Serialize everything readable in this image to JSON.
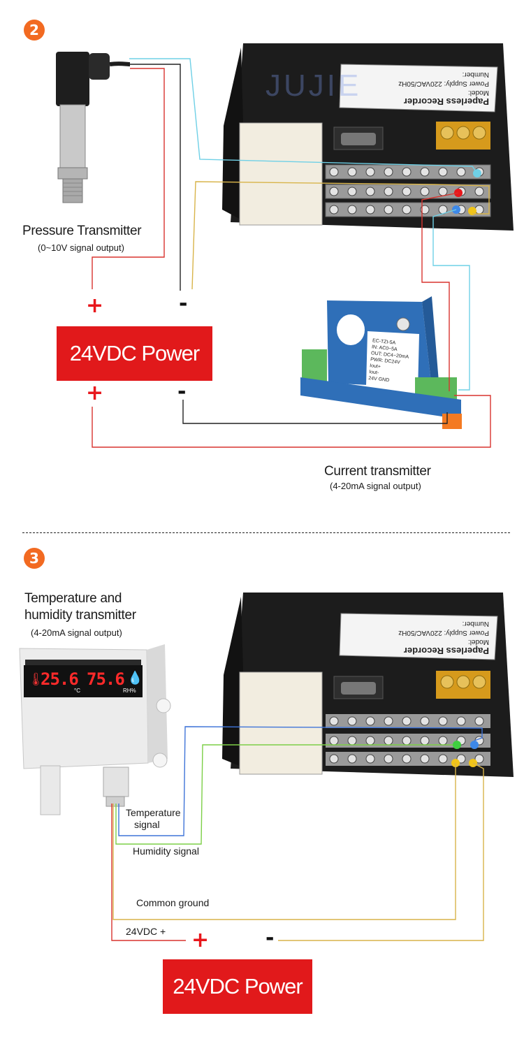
{
  "section2": {
    "badge": "2",
    "pressure_title": "Pressure Transmitter",
    "pressure_sub": "(0~10V signal output)",
    "plus_top": "+",
    "minus_top": "-",
    "power_label": "24VDC Power",
    "plus_bottom": "+",
    "minus_bottom": "-",
    "current_title": "Current transmitter",
    "current_sub": "(4-20mA signal output)",
    "recorder_plate": {
      "title": "Paperless Recorder",
      "model": "Model:",
      "supply": "Power Supply: 220VAC/50Hz",
      "number": "Number:"
    },
    "watermark": "JUJIE",
    "ct_label": [
      "EC-TZI-5A",
      "IN: AC0~5A",
      "OUT: DC4~20mA",
      "PWR: DC24V",
      "Iout+",
      "Iout-",
      "24V",
      "GND"
    ]
  },
  "section3": {
    "badge": "3",
    "th_title_line1": "Temperature and",
    "th_title_line2": "humidity transmitter",
    "th_sub": "(4-20mA signal output)",
    "display_temp": "25.6",
    "display_hum": "75.6",
    "unit_temp": "°C",
    "unit_hum": "RH%",
    "temp_signal_line1": "Temperature",
    "temp_signal_line2": "signal",
    "humidity_signal": "Humidity signal",
    "common_ground": "Common ground",
    "vdc_plus": "24VDC +",
    "plus": "+",
    "minus": "-",
    "power_label": "24VDC Power",
    "recorder_plate": {
      "title": "Paperless Recorder",
      "model": "Model:",
      "supply": "Power Supply: 220VAC/50Hz",
      "number": "Number:"
    }
  },
  "colors": {
    "badge": "#f26a21",
    "power": "#e1191b",
    "wire_red": "#d9342f",
    "wire_cyan": "#6fd0e6",
    "wire_yellow": "#d8b44a",
    "wire_black": "#222222",
    "wire_green": "#7ccf47",
    "wire_blue": "#3f74d8"
  }
}
